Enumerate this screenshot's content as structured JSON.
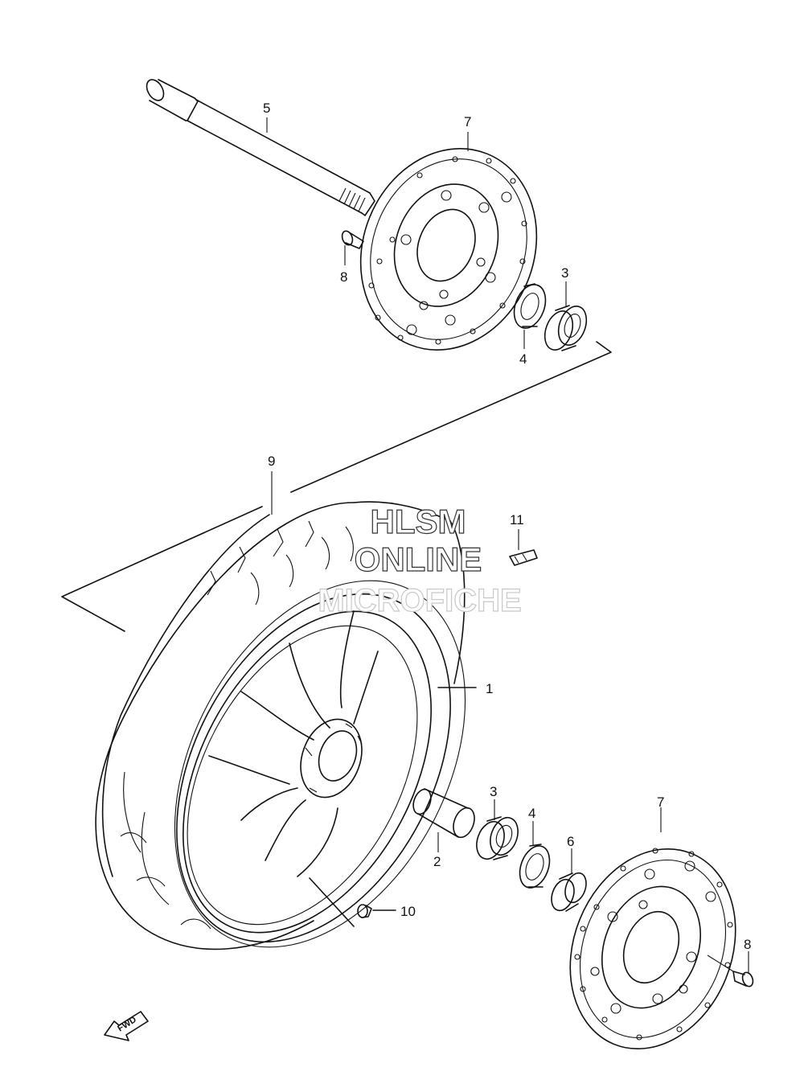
{
  "watermark": {
    "line1": "HLSM",
    "line2": "ONLINE",
    "line3": "MICROFICHE"
  },
  "callouts": {
    "c1": "1",
    "c2": "2",
    "c3a": "3",
    "c3b": "3",
    "c4a": "4",
    "c4b": "4",
    "c5": "5",
    "c6": "6",
    "c7a": "7",
    "c7b": "7",
    "c8a": "8",
    "c8b": "8",
    "c9": "9",
    "c10": "10",
    "c11": "11"
  },
  "fwd_label": "FWD"
}
